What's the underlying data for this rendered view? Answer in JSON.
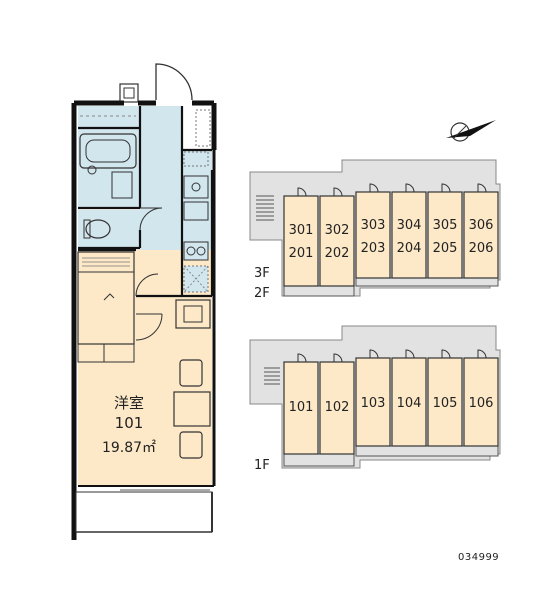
{
  "floor_plan": {
    "room_name": "洋室",
    "room_number": "101",
    "room_area": "19.87㎡"
  },
  "building": {
    "upper_floor_label_1": "3F",
    "upper_floor_label_2": "2F",
    "ground_floor_label": "1F",
    "upper_rows": [
      [
        "301",
        "302",
        "303",
        "304",
        "305",
        "306"
      ],
      [
        "201",
        "202",
        "203",
        "204",
        "205",
        "206"
      ]
    ],
    "ground_row": [
      "101",
      "102",
      "103",
      "104",
      "105",
      "106"
    ]
  },
  "property_code": "034999",
  "colors": {
    "unit_fill": "#fde9c8",
    "wet_area_fill": "#d2e6ee",
    "corridor_fill": "#e2e2e2",
    "wall": "#111111"
  }
}
